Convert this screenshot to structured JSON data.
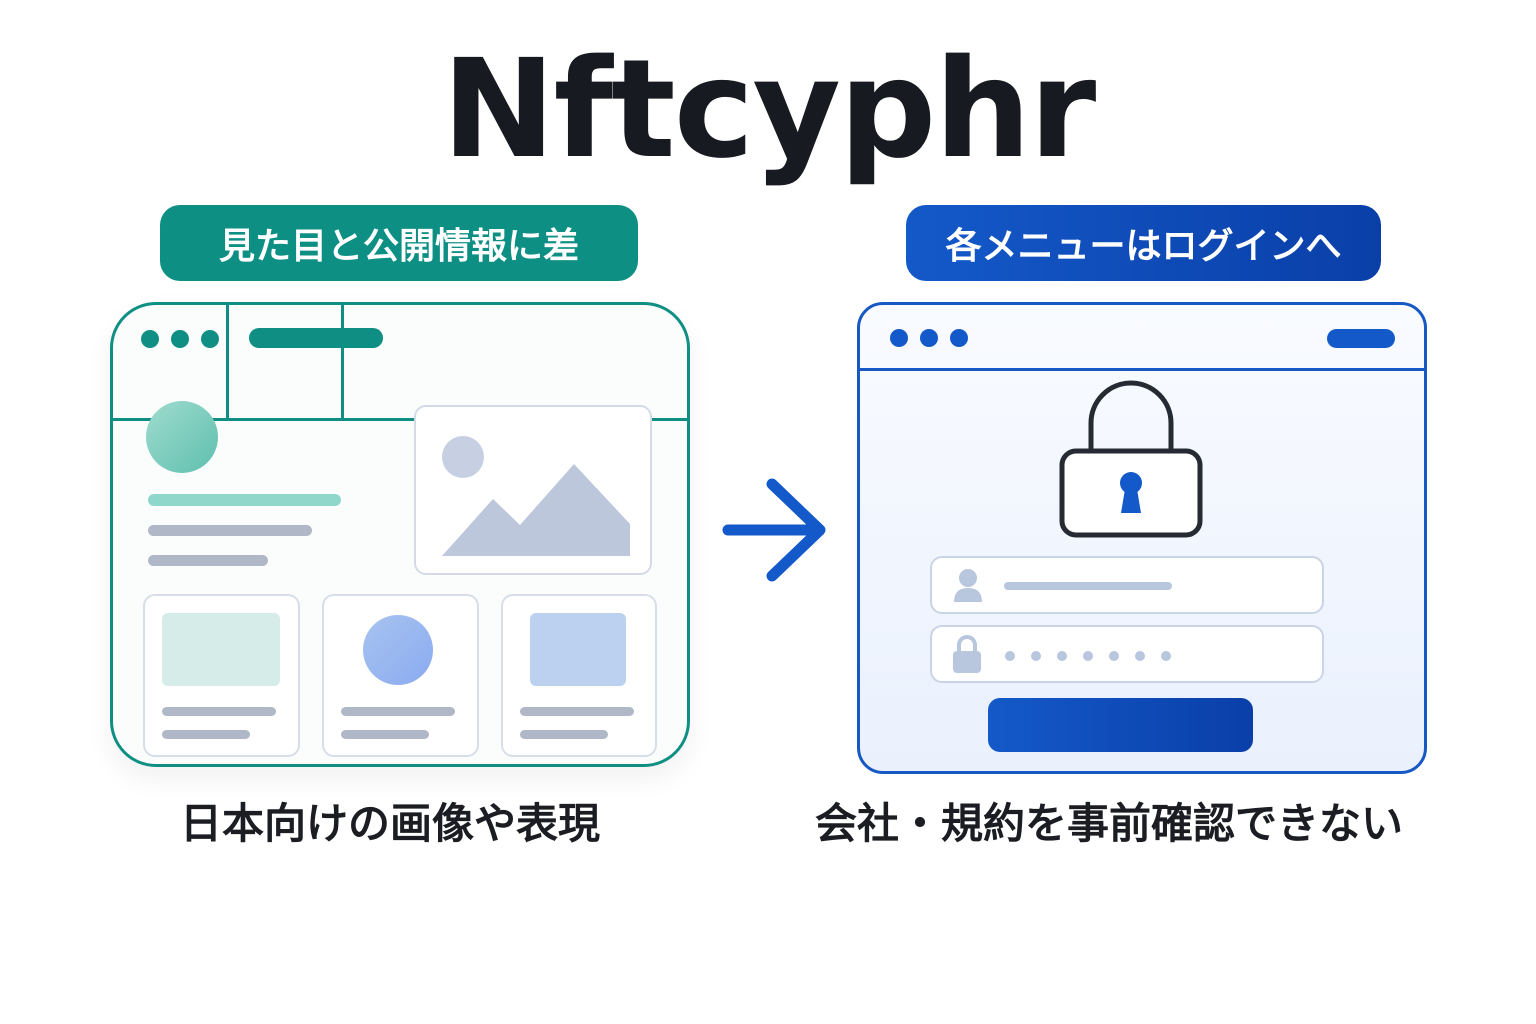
{
  "title": "Nftcyphr",
  "left": {
    "badge": "見た目と公開情報に差",
    "caption": "日本向けの画像や表現"
  },
  "right": {
    "badge": "各メニューはログインへ",
    "caption": "会社・規約を事前確認できない"
  },
  "colors": {
    "teal": "#0d8f84",
    "blue": "#1459c9",
    "text": "#171a20"
  },
  "icons": [
    "browser-window",
    "image-placeholder-icon",
    "arrow-right-icon",
    "padlock-icon",
    "user-icon",
    "lock-icon"
  ]
}
